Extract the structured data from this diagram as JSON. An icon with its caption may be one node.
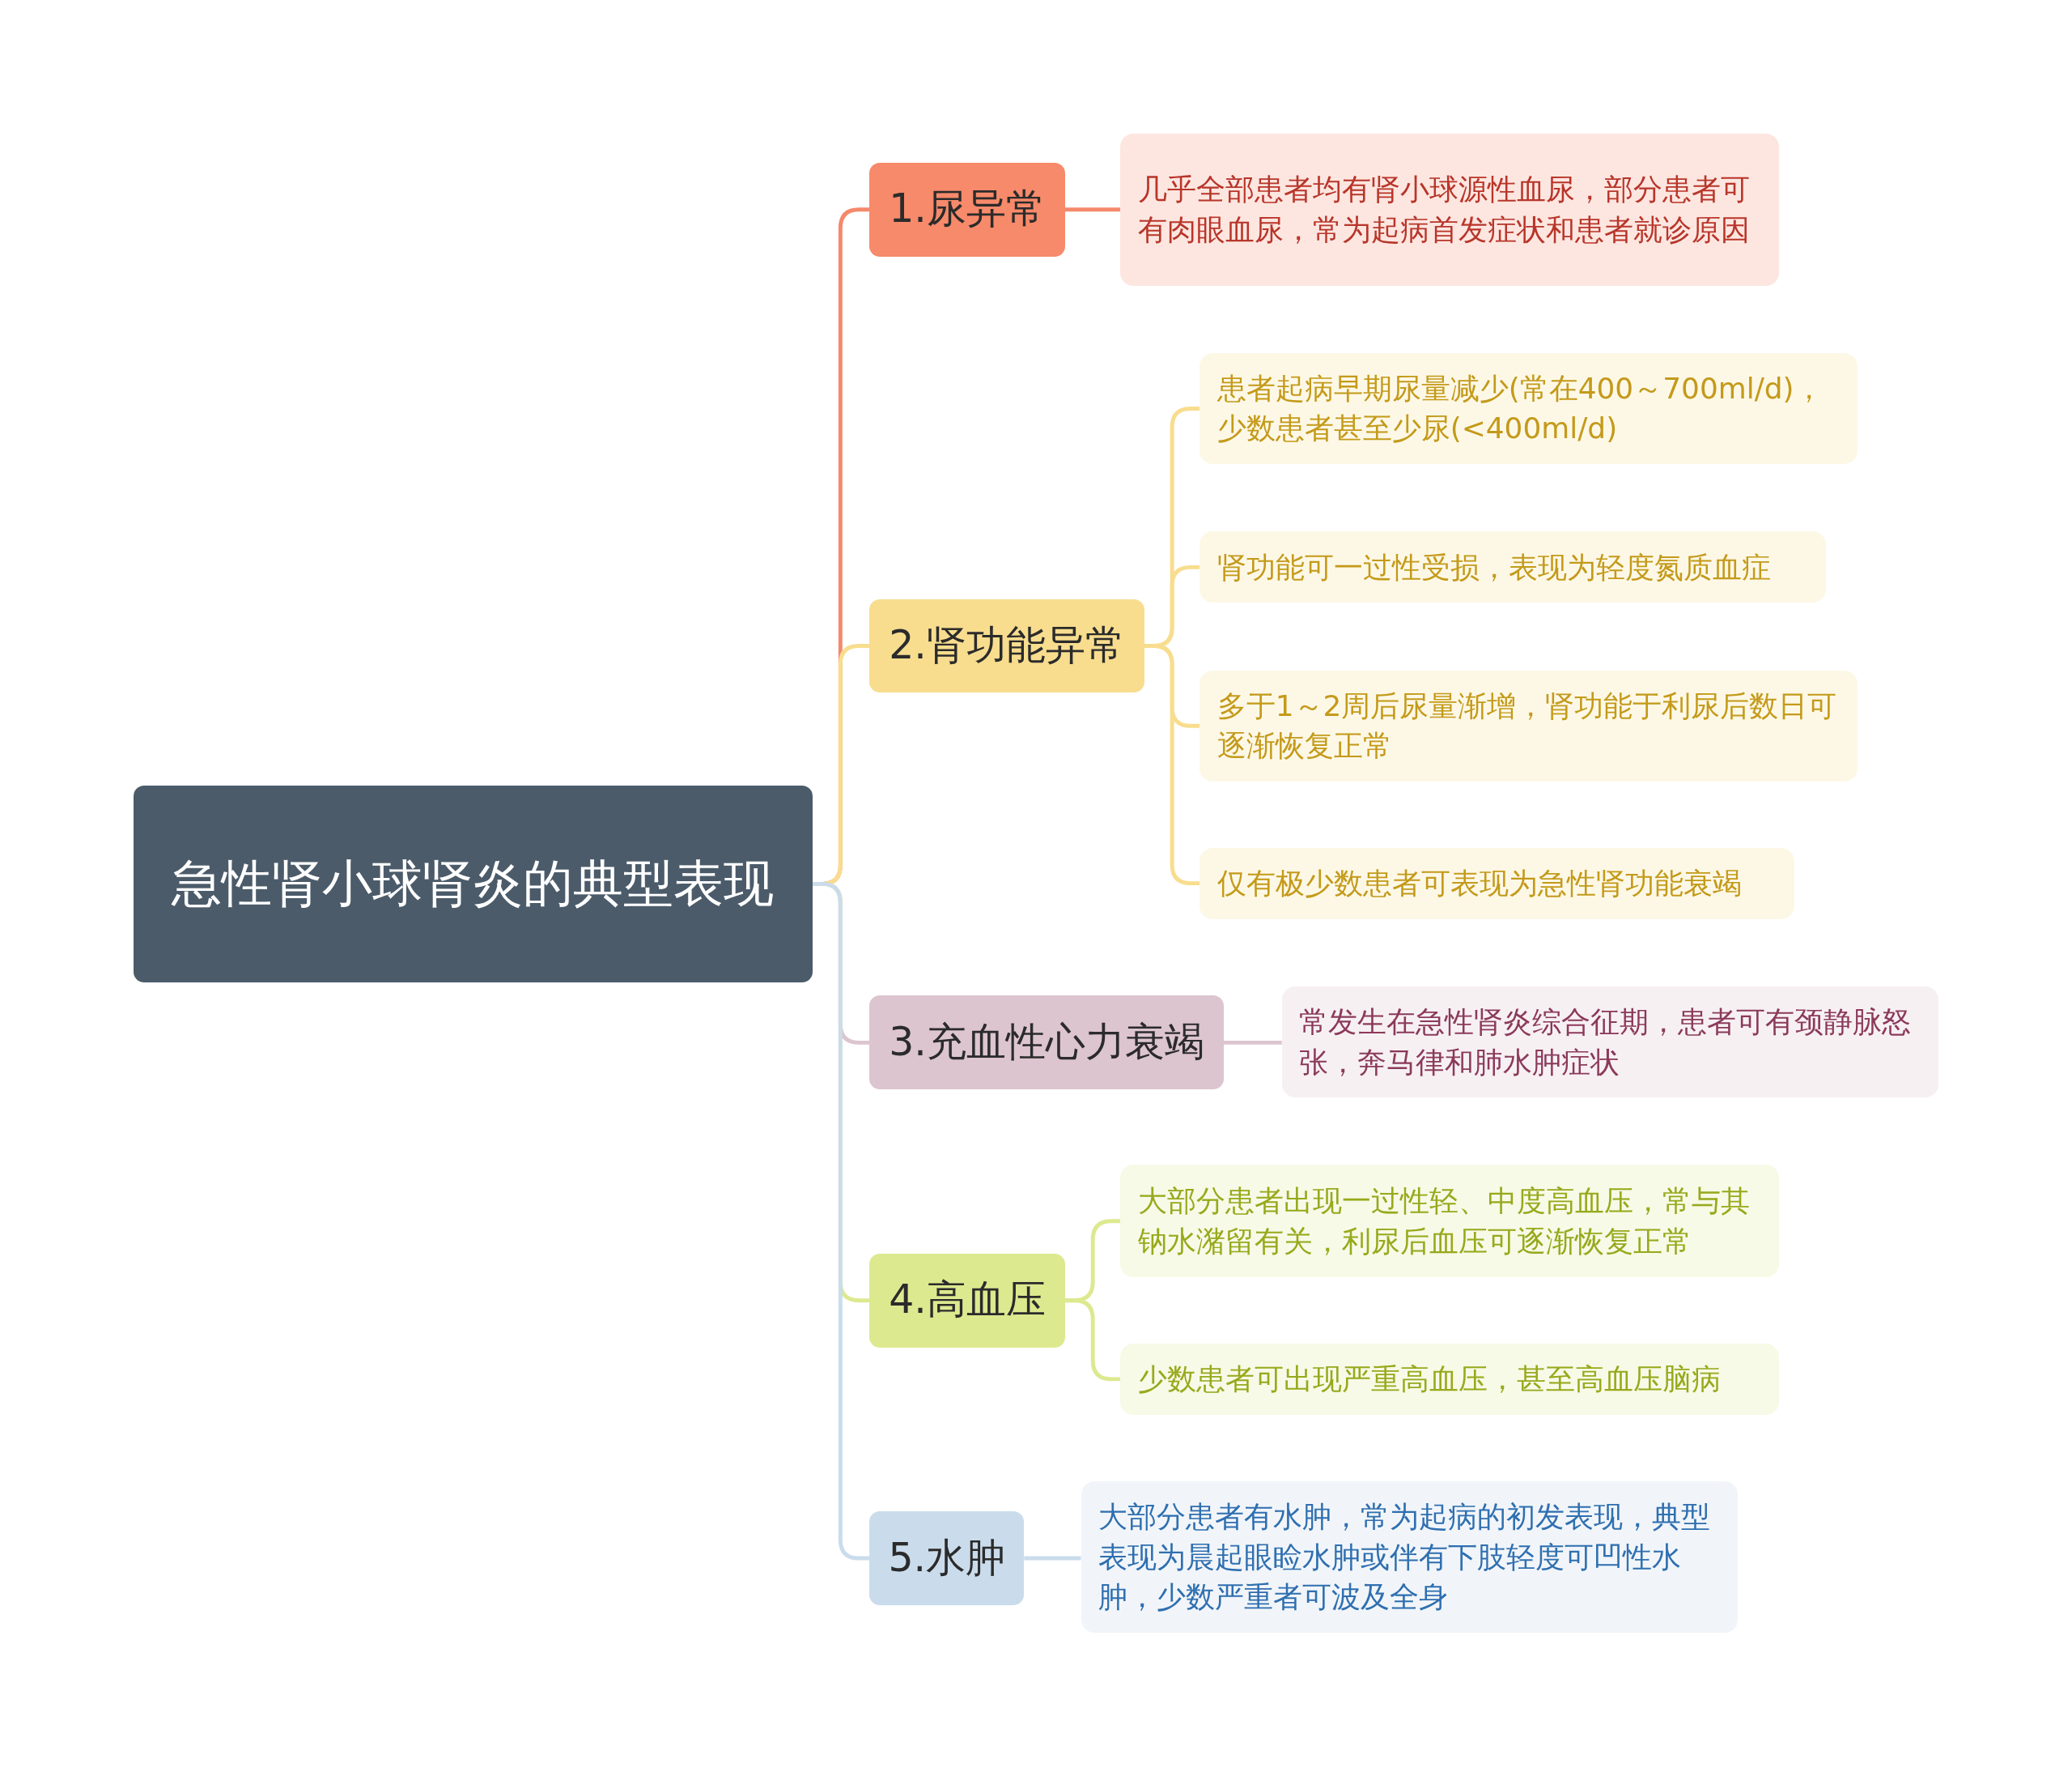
{
  "diagram": {
    "nodes": [
      {
        "text": [
          "急性肾小球肾炎的典型表现"
        ]
      },
      {
        "text": [
          "1.尿异常"
        ]
      },
      {
        "text": [
          "几乎全部患者均有肾小球源性血尿，部分患者可有肉眼血尿，常为起病首发症状和患者就诊原因"
        ]
      },
      {
        "text": [
          "2.肾功能异常"
        ]
      },
      {
        "text": [
          "患者起病早期尿量减少(常在400～700ml/d)，少数患者甚至少尿(<400ml/d)"
        ]
      },
      {
        "text": [
          "肾功能可一过性受损，表现为轻度氮质血症"
        ]
      },
      {
        "text": [
          "多于1～2周后尿量渐增，肾功能于利尿后数日可逐渐恢复正常"
        ]
      },
      {
        "text": [
          "仅有极少数患者可表现为急性肾功能衰竭"
        ]
      },
      {
        "text": [
          "3.充血性心力衰竭"
        ]
      },
      {
        "text": [
          "常发生在急性肾炎综合征期，患者可有颈静脉怒张，奔马律和肺水肿症状"
        ]
      },
      {
        "text": [
          "4.高血压"
        ]
      },
      {
        "text": [
          "大部分患者出现一过性轻、中度高血压，常与其钠水潴留有关，利尿后血压可逐渐恢复正常"
        ]
      },
      {
        "text": [
          "少数患者可出现严重高血压，甚至高血压脑病"
        ]
      },
      {
        "text": [
          "5.水肿"
        ]
      },
      {
        "text": [
          "大部分患者有水肿，常为起病的初发表现，典型表现为晨起眼睑水肿或伴有下肢轻度可凹性水肿，少数严重者可波及全身"
        ]
      }
    ],
    "edges": [
      {
        "from": 0,
        "to": 1,
        "arrow": "none",
        "color": "#f4896b"
      },
      {
        "from": 1,
        "to": 2,
        "arrow": "none",
        "color": "#f4896b"
      },
      {
        "from": 0,
        "to": 3,
        "arrow": "none",
        "color": "#f8dd8e"
      },
      {
        "from": 3,
        "to": 4,
        "arrow": "none",
        "color": "#f8dd8e"
      },
      {
        "from": 3,
        "to": 5,
        "arrow": "none",
        "color": "#f8dd8e"
      },
      {
        "from": 3,
        "to": 6,
        "arrow": "none",
        "color": "#f8dd8e"
      },
      {
        "from": 3,
        "to": 7,
        "arrow": "none",
        "color": "#f8dd8e"
      },
      {
        "from": 0,
        "to": 8,
        "arrow": "none",
        "color": "#dcc5cf"
      },
      {
        "from": 8,
        "to": 9,
        "arrow": "none",
        "color": "#dcc5cf"
      },
      {
        "from": 0,
        "to": 10,
        "arrow": "none",
        "color": "#dde98f"
      },
      {
        "from": 10,
        "to": 11,
        "arrow": "none",
        "color": "#dde98f"
      },
      {
        "from": 10,
        "to": 12,
        "arrow": "none",
        "color": "#dde98f"
      },
      {
        "from": 0,
        "to": 13,
        "arrow": "none",
        "color": "#cadcec"
      },
      {
        "from": 13,
        "to": 14,
        "arrow": "none",
        "color": "#cadcec"
      }
    ]
  }
}
